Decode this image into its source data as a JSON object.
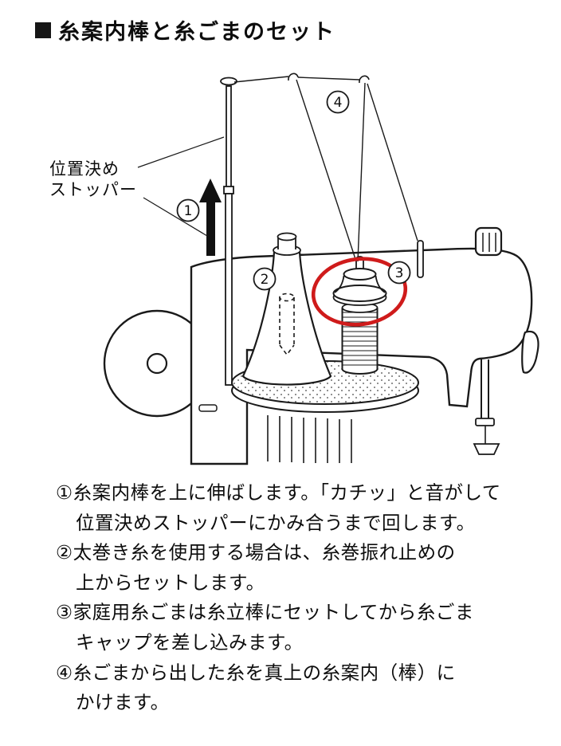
{
  "title": {
    "text": "糸案内棒と糸ごまのセット"
  },
  "diagram": {
    "stopper_label": {
      "line1": "位置決め",
      "line2": "ストッパー"
    },
    "callouts": {
      "c1": "1",
      "c2": "2",
      "c3": "3",
      "c4": "4"
    },
    "highlight_color": "#cf1b1b"
  },
  "instructions": [
    {
      "first": "①糸案内棒を上に伸ばします。「カチッ」と音がして",
      "rest": [
        "位置決めストッパーにかみ合うまで回します。"
      ]
    },
    {
      "first": "②太巻き糸を使用する場合は、糸巻振れ止めの",
      "rest": [
        "上からセットします。"
      ]
    },
    {
      "first": "③家庭用糸ごまは糸立棒にセットしてから糸ごま",
      "rest": [
        "キャップを差し込みます。"
      ]
    },
    {
      "first": "④糸ごまから出した糸を真上の糸案内（棒）に",
      "rest": [
        "かけます。"
      ]
    }
  ]
}
